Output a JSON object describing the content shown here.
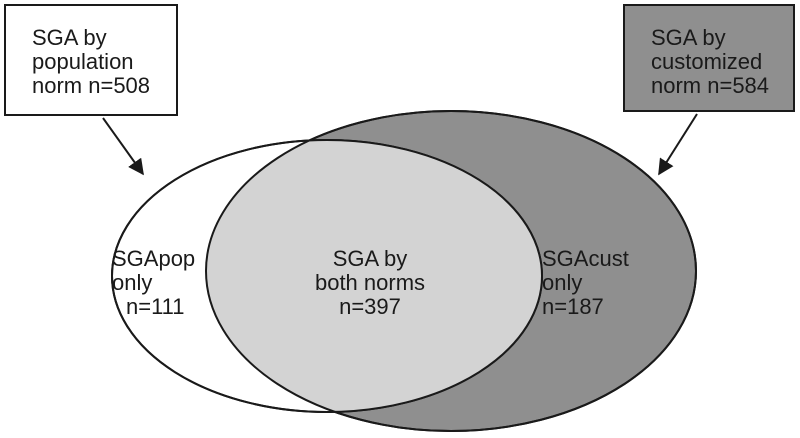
{
  "population_box": {
    "line1": "SGA by",
    "line2": "population",
    "line3": "norm n=508",
    "fill": "#ffffff"
  },
  "customized_box": {
    "line1": "SGA by",
    "line2": "customized",
    "line3": "norm n=584",
    "fill": "#8f8f8f"
  },
  "regions": {
    "pop_only": {
      "line1": "SGApop",
      "line2": "only",
      "line3": "n=111",
      "fill": "#ffffff"
    },
    "both": {
      "line1": "SGA by",
      "line2": "both norms",
      "line3": "n=397",
      "fill": "#d3d3d3"
    },
    "cust_only": {
      "line1": "SGAcust",
      "line2": "only",
      "line3": "n=187",
      "fill": "#8f8f8f"
    }
  },
  "colors": {
    "stroke": "#1a1a1a"
  }
}
